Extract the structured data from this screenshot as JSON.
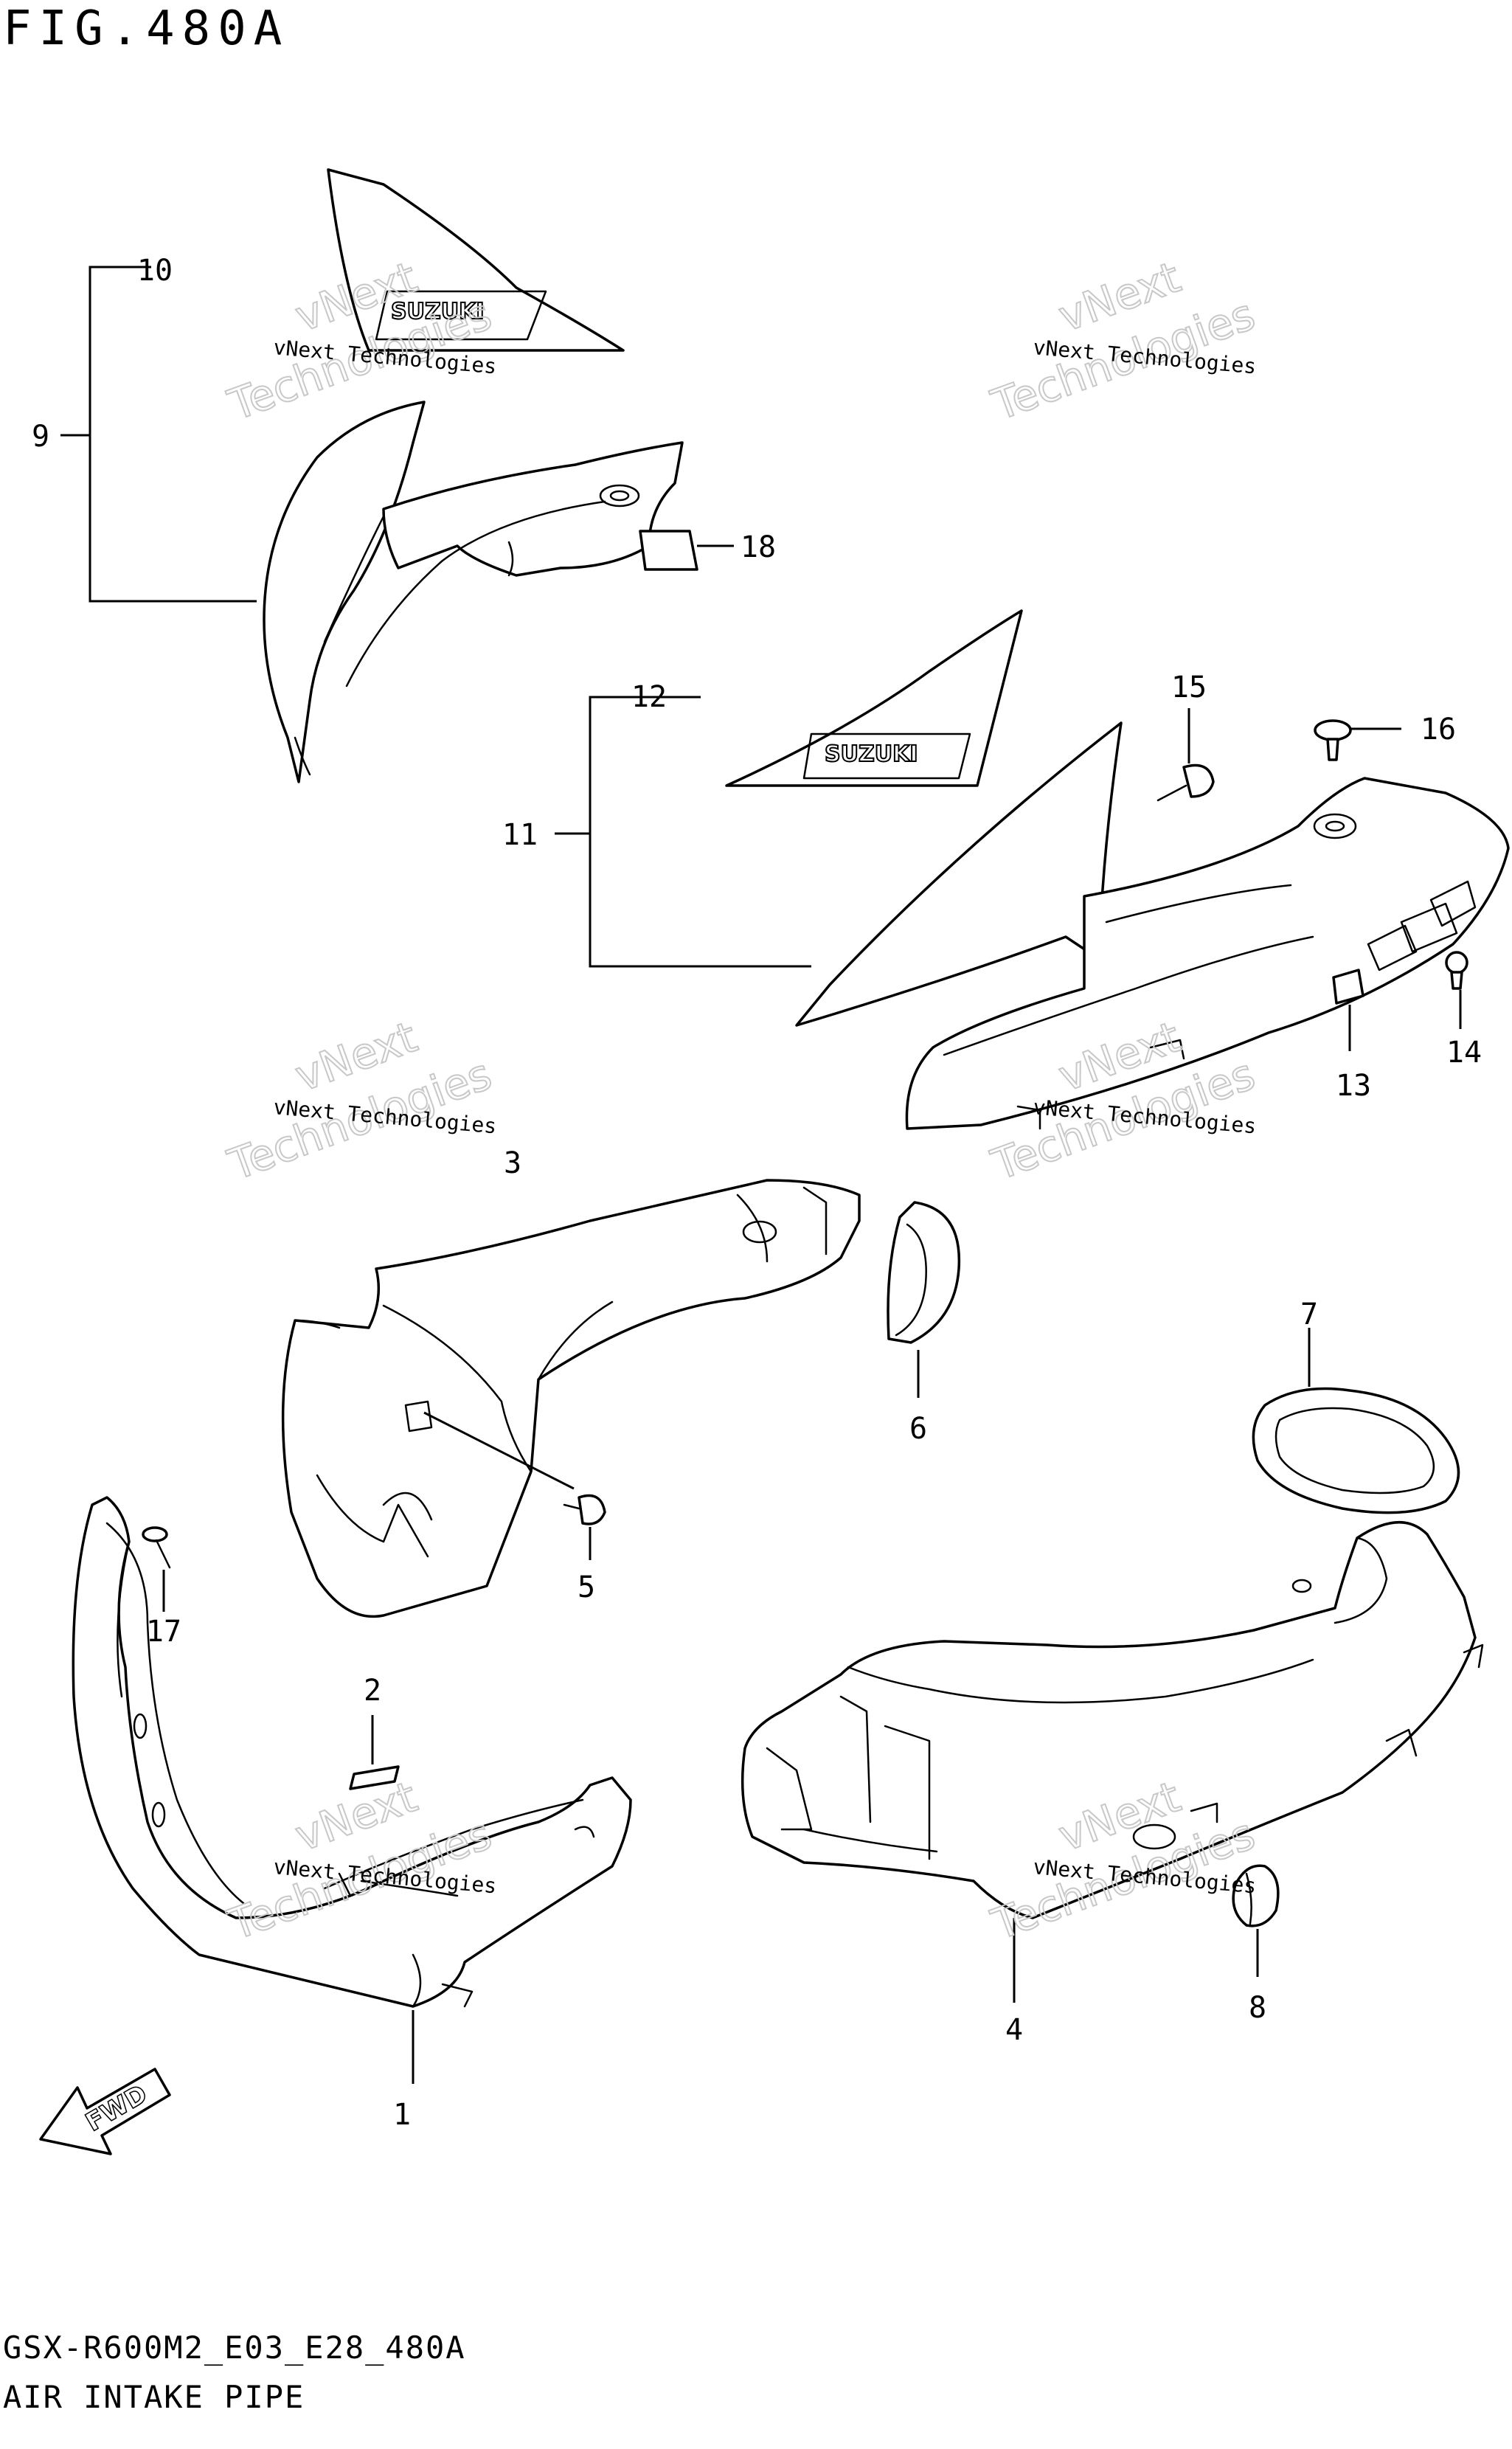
{
  "figure_title": "FIG.480A",
  "footer": {
    "model_code": "GSX-R600M2_E03_E28_480A",
    "section_name": "AIR INTAKE PIPE"
  },
  "watermark": {
    "line1": "vNext Technologies",
    "line2": "vNext",
    "line3": "Technologies"
  },
  "logo_text": "SUZUKI",
  "arrow_label": "FWD",
  "callouts": [
    "1",
    "2",
    "3",
    "4",
    "5",
    "6",
    "7",
    "8",
    "9",
    "10",
    "11",
    "12",
    "13",
    "14",
    "15",
    "16",
    "17",
    "18"
  ]
}
